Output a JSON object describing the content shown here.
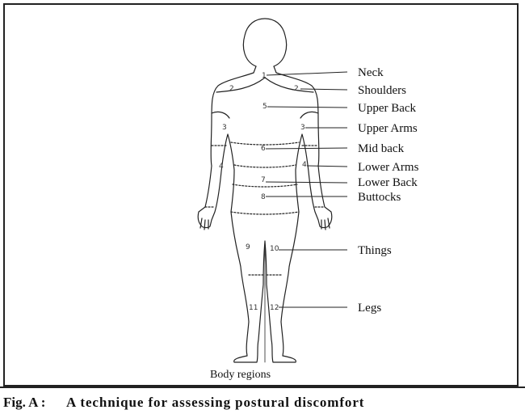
{
  "regions": [
    {
      "num": "1",
      "label": "Neck"
    },
    {
      "num": "2",
      "label": "Shoulders"
    },
    {
      "num": "5",
      "label": "Upper Back"
    },
    {
      "num": "3",
      "label": "Upper Arms"
    },
    {
      "num": "6",
      "label": "Mid back"
    },
    {
      "num": "4",
      "label": "Lower Arms"
    },
    {
      "num": "7",
      "label": "Lower Back"
    },
    {
      "num": "8",
      "label": "Buttocks"
    },
    {
      "num": "10",
      "label": "Things"
    },
    {
      "num": "12",
      "label": "Legs"
    }
  ],
  "extra_numbers": [
    "2",
    "3",
    "4",
    "9",
    "11"
  ],
  "diagram_title": "Body regions",
  "caption": {
    "prefix": "Fig. A :",
    "text": "A technique for assessing postural discomfort"
  }
}
